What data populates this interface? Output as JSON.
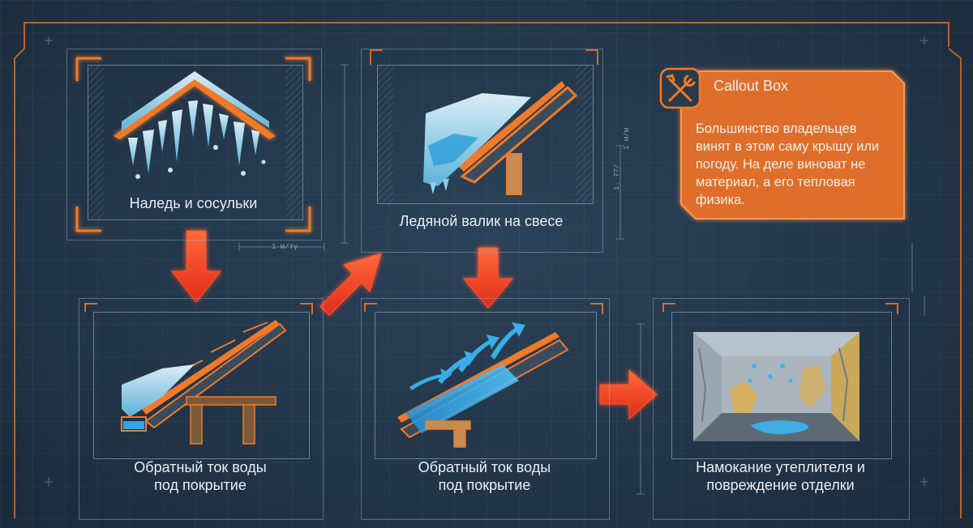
{
  "steps": [
    {
      "label": "Наледь и сосульки"
    },
    {
      "label": "Ледяной валик на свесе"
    },
    {
      "label_line1": "Обратный ток воды",
      "label_line2": "под покрытие"
    },
    {
      "label_line1": "Обратный ток воды",
      "label_line2": "под покрытие"
    },
    {
      "label_line1": "Намокание утеплителя и",
      "label_line2": "повреждение отделки"
    }
  ],
  "callout": {
    "title": "Callout Box",
    "icon": "wrench-screwdriver-icon",
    "text": "Большинство владельцев винят в этом саму крышу или погоду. На деле виноват не материал, а его тепловая физика."
  },
  "dims": {
    "a": "1 м/ту",
    "b": "1. 77/",
    "c": "1 м/м"
  },
  "colors": {
    "background": "#223446",
    "accent": "#f07a2a",
    "arrow": "#f0442a",
    "ice": "#8fd0ec",
    "water": "#2aa8e8",
    "text": "#e8eef4"
  }
}
